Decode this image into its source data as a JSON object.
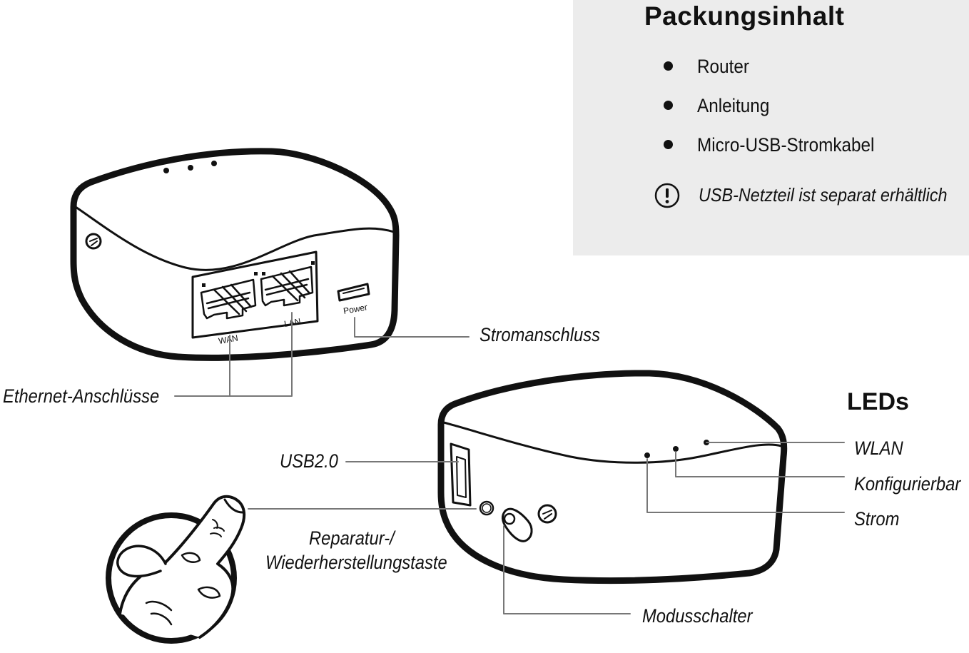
{
  "contents": {
    "title": "Packungsinhalt",
    "items": [
      "Router",
      "Anleitung",
      "Micro-USB-Stromkabel"
    ],
    "note_icon": "exclamation-circle-icon",
    "note": "USB-Netzteil ist separat erhältlich"
  },
  "device_back": {
    "port_labels": {
      "wan": "WAN",
      "lan": "LAN",
      "power": "Power"
    }
  },
  "callouts": {
    "power_port": "Stromanschluss",
    "ethernet_ports": "Ethernet-Anschlüsse",
    "usb": "USB2.0",
    "reset_line1": "Reparatur-/",
    "reset_line2": "Wiederherstellungstaste",
    "mode_switch": "Modusschalter"
  },
  "leds": {
    "title": "LEDs",
    "items": [
      "WLAN",
      "Konfigurierbar",
      "Strom"
    ]
  }
}
